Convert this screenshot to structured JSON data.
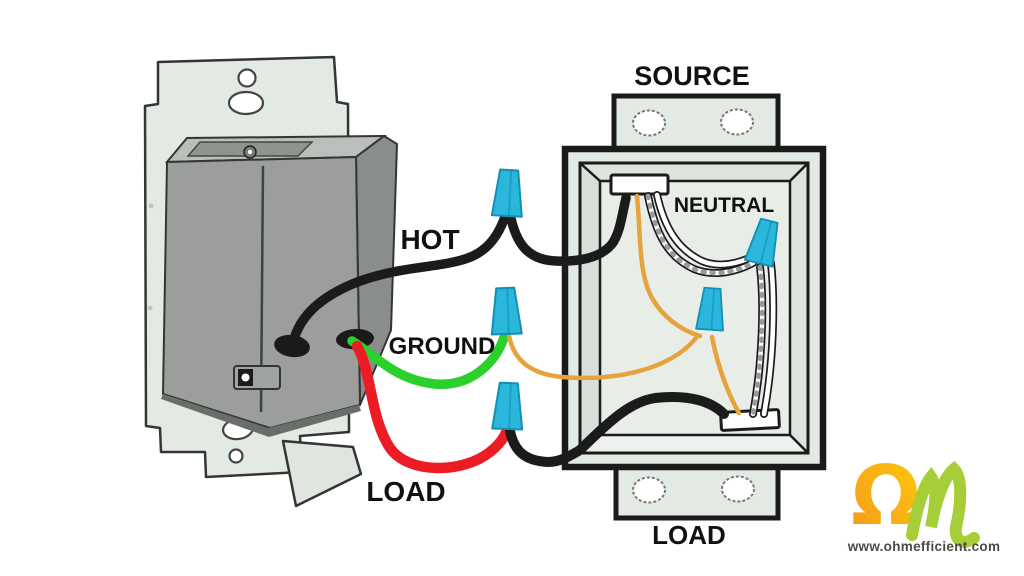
{
  "labels": {
    "source": "SOURCE",
    "neutral": "NEUTRAL",
    "hot": "HOT",
    "ground": "GROUND",
    "load_switch": "LOAD",
    "load_box": "LOAD"
  },
  "colors": {
    "outline": "#1B1B1B",
    "hot_wire": "#1B1B1B",
    "load_wire": "#EC1B24",
    "ground_wire_switch": "#2BD12B",
    "ground_wire_box": "#E6A33C",
    "neutral_wire": "#FFFFFF",
    "wire_nut": "#2BB6DC",
    "wire_nut_shade": "#1390B4",
    "plate_fill": "#E3E9E3",
    "switch_front": "#9B9E9B",
    "switch_top": "#BBBFBB",
    "switch_side": "#8A8E8A",
    "box_fill": "#E3E9E3",
    "box_back": "#E8EDE8",
    "clamp_fill": "#FFFFFF",
    "label_text": "#111111"
  },
  "branding": {
    "logo_omega": "Ω",
    "logo_orange": "#F2991C",
    "logo_yellow": "#FFC90B",
    "logo_green": "#A6CE38",
    "website": "www.ohmefficient.com",
    "website_color": "#4C4A45"
  }
}
